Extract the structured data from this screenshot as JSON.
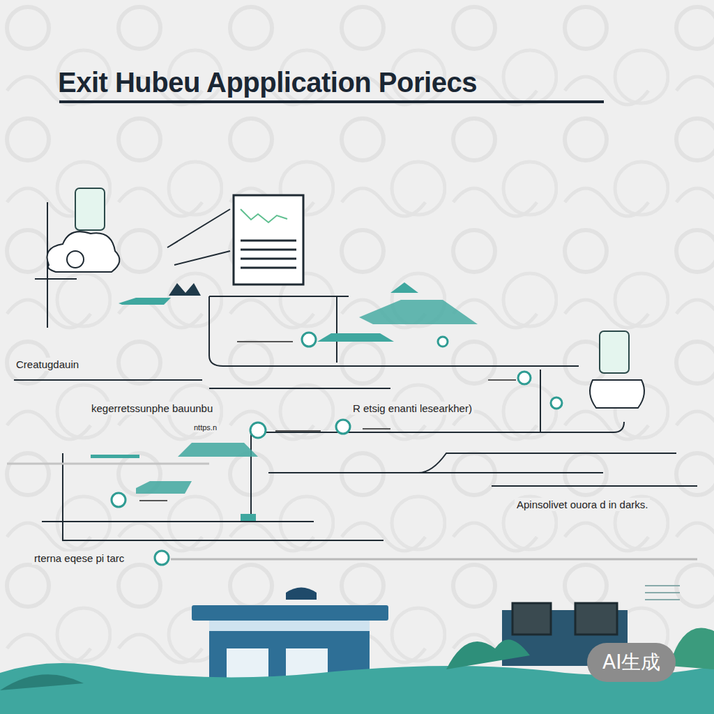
{
  "diagram": {
    "title": "Exit Hubeu Appplication Poriecs",
    "labels": [
      "Creatugdauin",
      "kegerretssunphe bauunbu",
      "nttps.n",
      "R etsig enanti lesearkher)",
      "Apinsolivet ouora d in darks.",
      "rterna eqese pi tarc",
      "AI生成"
    ]
  }
}
